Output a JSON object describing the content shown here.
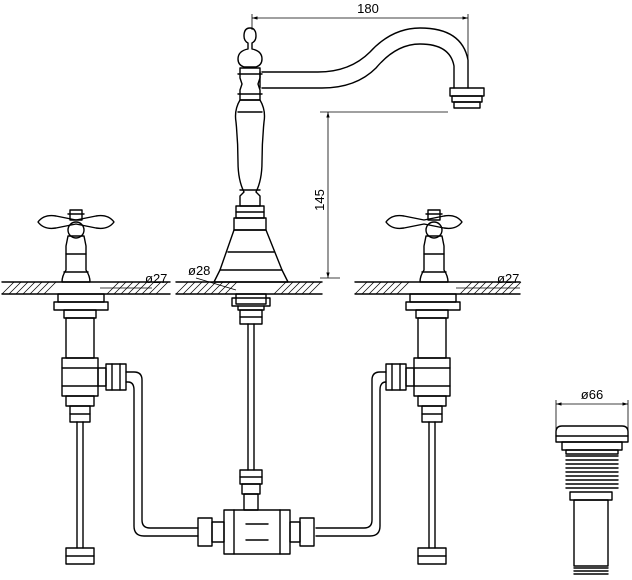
{
  "drawing": {
    "dimensions": {
      "spout_reach": "180",
      "spout_height": "145",
      "left_handle_hole": "ø27",
      "center_hole": "ø28",
      "right_handle_hole": "ø27",
      "waste_diameter": "ø66"
    }
  }
}
